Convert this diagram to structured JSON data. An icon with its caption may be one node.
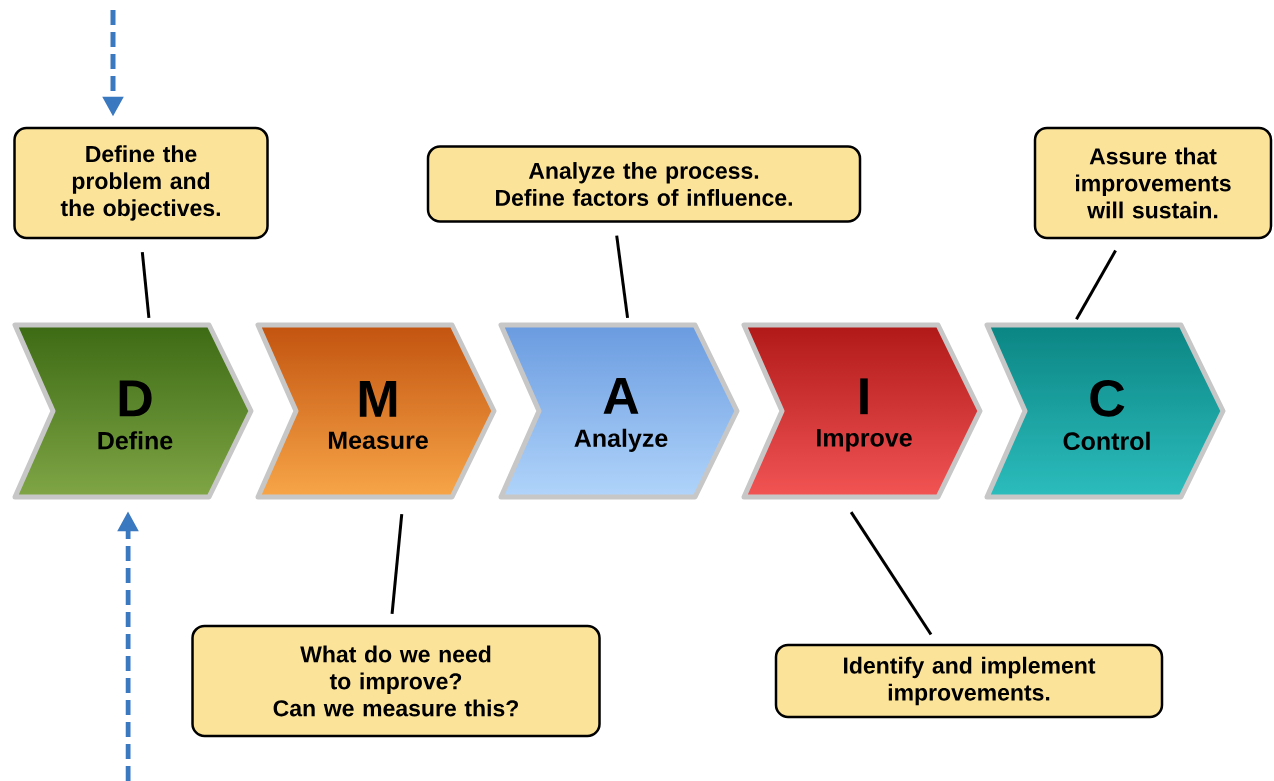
{
  "diagram": {
    "nodes": [
      {
        "text": [
          "D",
          "Define"
        ]
      },
      {
        "text": [
          "M",
          "Measure"
        ]
      },
      {
        "text": [
          "A",
          "Analyze"
        ]
      },
      {
        "text": [
          "I",
          "Improve"
        ]
      },
      {
        "text": [
          "C",
          "Control"
        ]
      },
      {
        "text": [
          "Define the problem and the objectives."
        ]
      },
      {
        "text": [
          "Analyze the process.",
          "Define factors of influence."
        ]
      },
      {
        "text": [
          "Assure that improvements will sustain."
        ]
      },
      {
        "text": [
          "What do we need to improve?",
          "Can we measure this?"
        ]
      },
      {
        "text": [
          "Identify and implement improvements."
        ]
      }
    ],
    "edges": [
      {
        "from": 5,
        "to": 0,
        "arrow": "none"
      },
      {
        "from": 6,
        "to": 2,
        "arrow": "none"
      },
      {
        "from": 7,
        "to": 4,
        "arrow": "none"
      },
      {
        "from": 1,
        "to": 8,
        "arrow": "none"
      },
      {
        "from": 3,
        "to": 9,
        "arrow": "none"
      },
      {
        "from": null,
        "to": 5,
        "arrow": "to",
        "style": "dashed",
        "color": "#3a78c0"
      },
      {
        "from": null,
        "to": 0,
        "arrow": "to",
        "style": "dashed",
        "color": "#3a78c0"
      }
    ]
  }
}
